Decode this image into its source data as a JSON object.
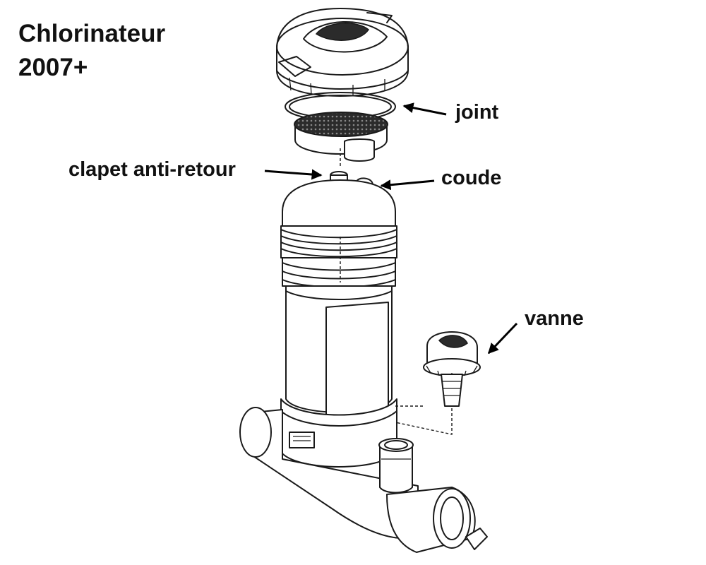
{
  "title": {
    "line1": "Chlorinateur",
    "line2": "2007+"
  },
  "callouts": {
    "joint": "joint",
    "clapet": "clapet anti-retour",
    "coude": "coude",
    "vanne": "vanne"
  }
}
